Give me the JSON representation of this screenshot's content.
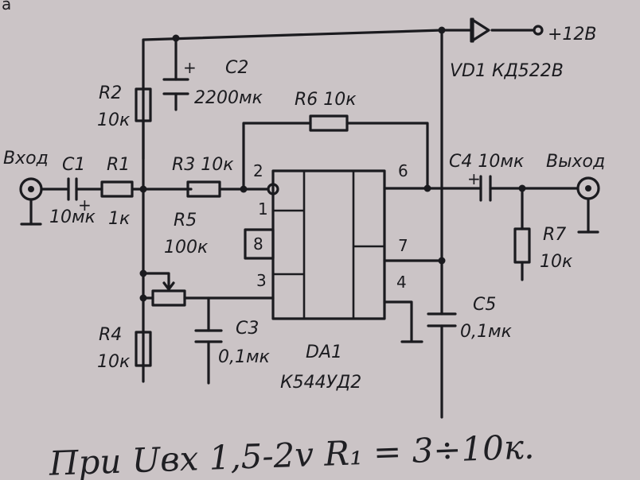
{
  "title_fragment": "а",
  "labels": {
    "supply": "+12В",
    "vd1": "VD1 КД522В",
    "c2_name": "C2",
    "c2_value": "2200мк",
    "r6": "R6 10к",
    "r2_name": "R2",
    "r2_value": "10к",
    "input": "Вход",
    "c1": "C1",
    "c1_value": "10мк",
    "r1": "R1",
    "r1_value": "1к",
    "r3": "R3 10к",
    "r5_name": "R5",
    "r5_value": "100к",
    "c3_name": "C3",
    "c3_value": "0,1мк",
    "r4_name": "R4",
    "r4_value": "10к",
    "da1_name": "DA1",
    "da1_type": "К544УД2",
    "c4": "C4 10мк",
    "output": "Выход",
    "r7_name": "R7",
    "r7_value": "10к",
    "c5_name": "C5",
    "c5_value": "0,1мк",
    "plus": "+"
  },
  "pins": {
    "p2": "2",
    "p6": "6",
    "p1": "1",
    "p8": "8",
    "p7": "7",
    "p3": "3",
    "p4": "4"
  },
  "handwritten_note": "При Uвх 1,5-2v R₁ = 3÷10к."
}
